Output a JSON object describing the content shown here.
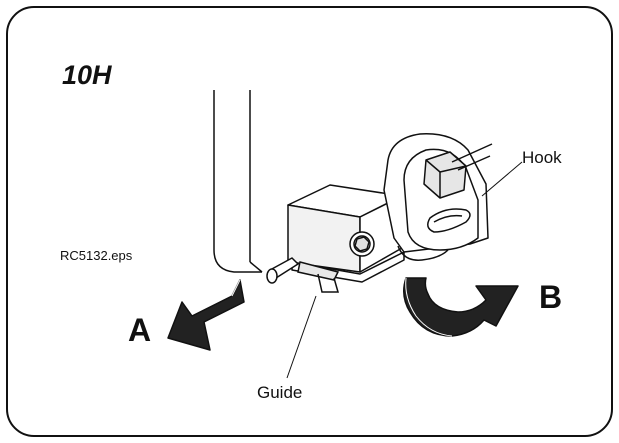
{
  "diagram": {
    "model": "10H",
    "file_name": "RC5132.eps",
    "callouts": {
      "hook": "Hook",
      "guide": "Guide"
    },
    "directions": {
      "a": "A",
      "b": "B"
    }
  }
}
